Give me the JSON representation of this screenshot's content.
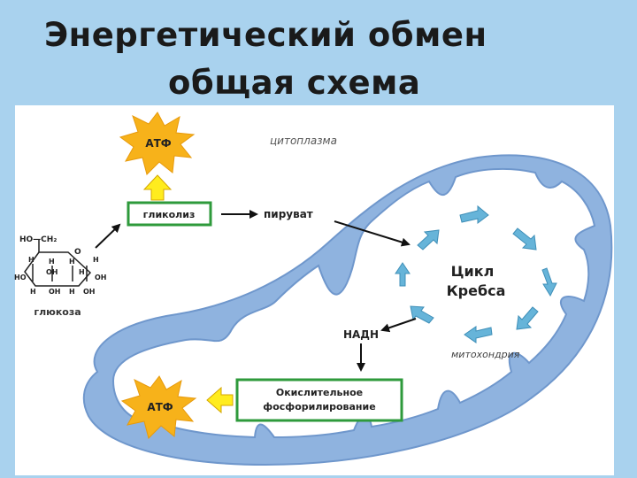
{
  "slide": {
    "title_line1": "Энергетический обмен",
    "title_line2": "общая схема"
  },
  "diagram": {
    "atp_top": "АТФ",
    "atp_bottom": "АТФ",
    "cytoplasm": "цитоплазма",
    "glycolysis": "гликолиз",
    "pyruvate": "пируват",
    "glucose": "глюкоза",
    "krebs_line1": "Цикл",
    "krebs_line2": "Кребса",
    "nadh": "НАДН",
    "mitochondria": "митохондрия",
    "oxphos_line1": "Окислительное",
    "oxphos_line2": "фосфорилирование",
    "glucose_formula": {
      "ch2": "HO—CH₂",
      "o": "O",
      "h": "H",
      "oh": "OH",
      "ho": "HO"
    }
  },
  "colors": {
    "background": "#a9d2ee",
    "mito_fill": "#8fb3df",
    "mito_stroke": "#6f97cc",
    "star": "#f7b21a",
    "box_border": "#2e9a3b",
    "arrow_fill": "#ffec1e",
    "krebs_arrow": "#66b4d9"
  }
}
